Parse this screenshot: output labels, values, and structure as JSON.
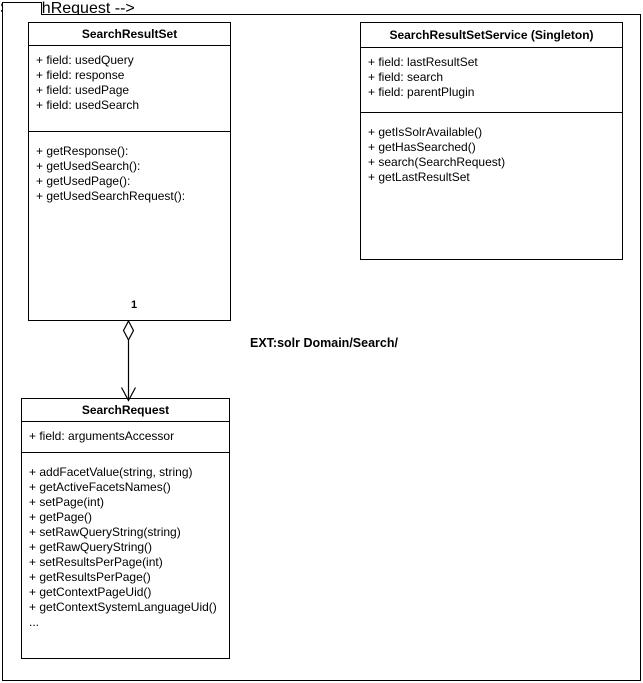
{
  "classes": {
    "searchResultSet": {
      "title": "SearchResultSet",
      "fields": [
        "+ field: usedQuery",
        "+ field: response",
        "+ field: usedPage",
        "+ field: usedSearch"
      ],
      "methods": [
        "+ getResponse():",
        "+ getUsedSearch():",
        "+ getUsedPage():",
        "+ getUsedSearchRequest():"
      ]
    },
    "searchResultSetService": {
      "title": "SearchResultSetService (Singleton)",
      "fields": [
        "+ field: lastResultSet",
        "+ field: search",
        "+ field: parentPlugin"
      ],
      "methods": [
        "+ getIsSolrAvailable()",
        "+ getHasSearched()",
        "+ search(SearchRequest)",
        "+ getLastResultSet"
      ]
    },
    "searchRequest": {
      "title": "SearchRequest",
      "fields": [
        "+ field: argumentsAccessor"
      ],
      "methods": [
        "+ addFacetValue(string, string)",
        "+ getActiveFacetsNames()",
        "+ setPage(int)",
        "+ getPage()",
        "+ setRawQueryString(string)",
        "+ getRawQueryString()",
        "+ setResultsPerPage(int)",
        "+ getResultsPerPage()",
        "+ getContextPageUid()",
        "+ getContextSystemLanguageUid()",
        "..."
      ]
    }
  },
  "relationship": {
    "multiplicity": "1",
    "type": "aggregation with open arrowhead"
  },
  "annotation": {
    "label": "EXT:solr Domain/Search/"
  },
  "colors": {
    "line": "#000000",
    "background": "#ffffff"
  }
}
